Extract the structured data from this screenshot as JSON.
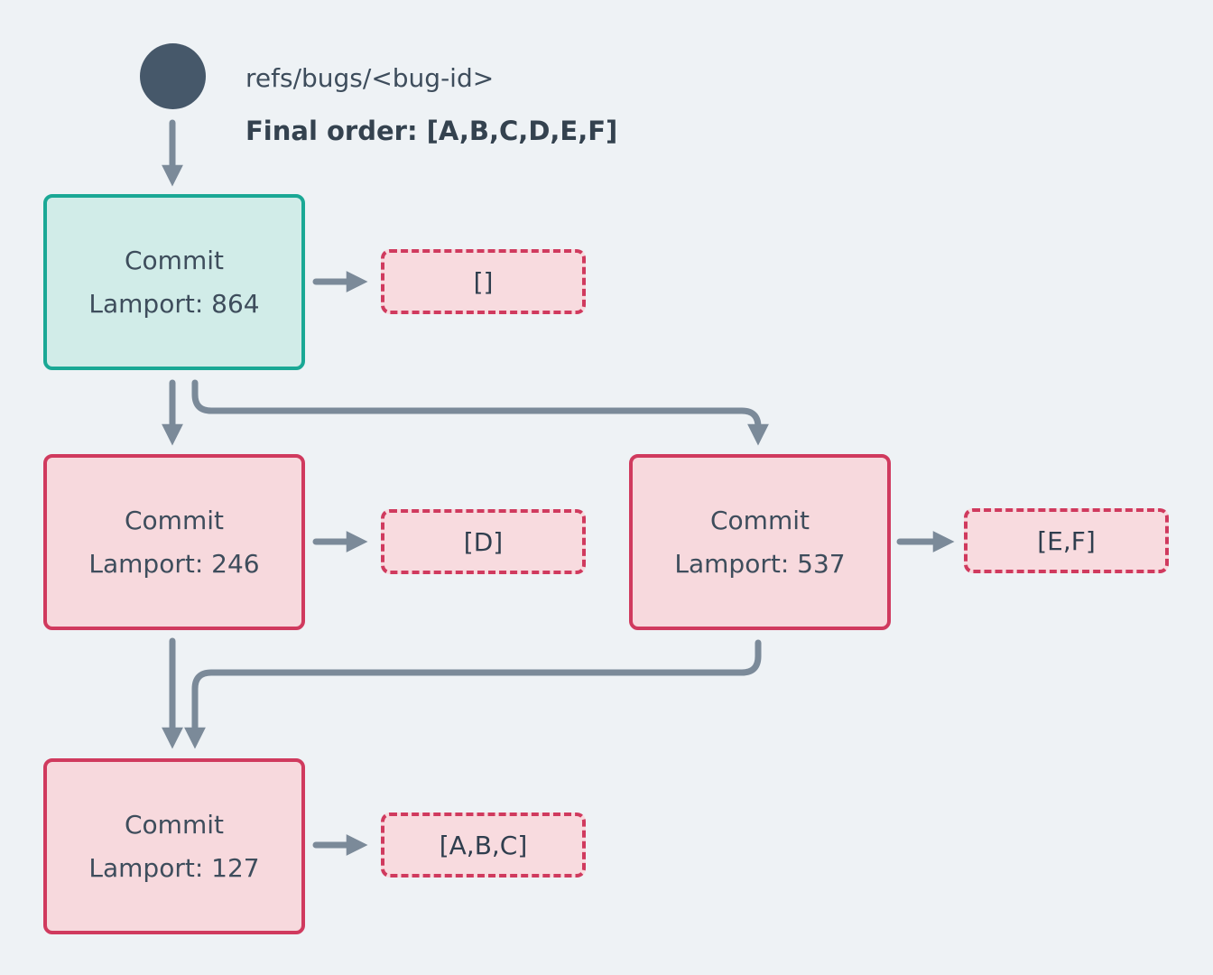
{
  "colors": {
    "background": "#eef2f5",
    "head_commit_border": "#1aa895",
    "head_commit_fill": "#d1ece8",
    "commit_border": "#d03a5e",
    "commit_fill": "#f7d9dd",
    "set_box_fill": "#f8dbdf",
    "arrow": "#7b8a99",
    "ref_node": "#46586a",
    "text": "#3e4d5c"
  },
  "ref": {
    "label": "refs/bugs/<bug-id>",
    "final_order": "Final order: [A,B,C,D,E,F]"
  },
  "nodes": {
    "commit_864": {
      "title": "Commit",
      "lamport": "Lamport: 864",
      "set": "[]"
    },
    "commit_246": {
      "title": "Commit",
      "lamport": "Lamport: 246",
      "set": "[D]"
    },
    "commit_537": {
      "title": "Commit",
      "lamport": "Lamport: 537",
      "set": "[E,F]"
    },
    "commit_127": {
      "title": "Commit",
      "lamport": "Lamport: 127",
      "set": "[A,B,C]"
    }
  }
}
